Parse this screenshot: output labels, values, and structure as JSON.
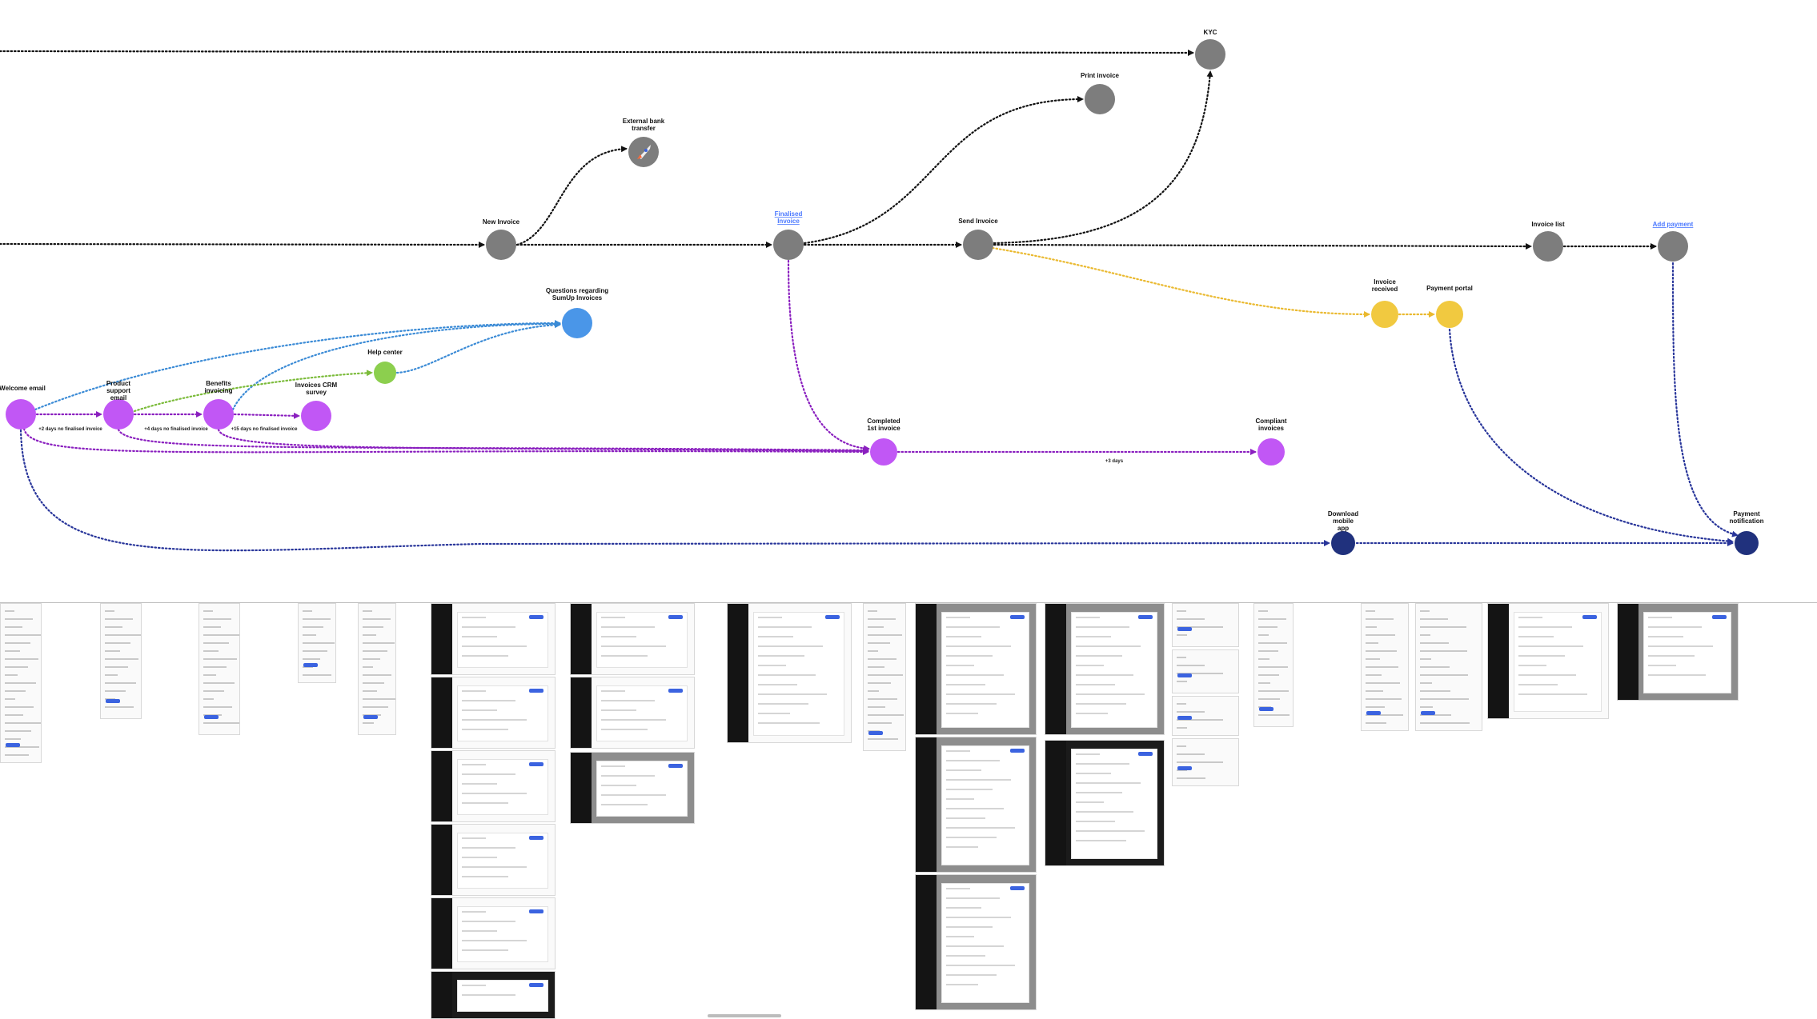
{
  "colors": {
    "gray": "#7d7d7d",
    "purple": "#c157f5",
    "blue": "#4a96e8",
    "green": "#8ccf4e",
    "yellow": "#f1c940",
    "navy": "#20317d",
    "edge_black": "#111111",
    "edge_purple": "#8a1fbf",
    "edge_blue": "#3b8bd6",
    "edge_green": "#7bbb3a",
    "edge_yellow": "#eab92f",
    "edge_navy": "#28359a",
    "link": "#4a78ff"
  },
  "nodes": [
    {
      "id": "kyc",
      "label": "KYC",
      "color": "gray"
    },
    {
      "id": "print_invoice",
      "label": "Print invoice",
      "color": "gray"
    },
    {
      "id": "external_bank_transfer",
      "label": "External bank transfer",
      "color": "gray",
      "icon": "rocket-icon"
    },
    {
      "id": "new_invoice",
      "label": "New Invoice",
      "color": "gray"
    },
    {
      "id": "finalised_invoice",
      "label": "Finalised Invoice",
      "color": "gray",
      "link": true
    },
    {
      "id": "send_invoice",
      "label": "Send Invoice",
      "color": "gray"
    },
    {
      "id": "invoice_list",
      "label": "Invoice list",
      "color": "gray"
    },
    {
      "id": "add_payment",
      "label": "Add payment",
      "color": "gray",
      "link": true
    },
    {
      "id": "questions_sumup",
      "label": "Questions regarding SumUp Invoices",
      "color": "blue"
    },
    {
      "id": "help_center",
      "label": "Help center",
      "color": "green"
    },
    {
      "id": "welcome_email",
      "label": "Welcome email",
      "color": "purple"
    },
    {
      "id": "product_support_email",
      "label": "Product support email",
      "color": "purple"
    },
    {
      "id": "benefits_invoicing",
      "label": "Benefits invoicing",
      "color": "purple"
    },
    {
      "id": "invoices_crm_survey",
      "label": "Invoices CRM survey",
      "color": "purple"
    },
    {
      "id": "completed_first_invoice",
      "label": "Completed 1st invoice",
      "color": "purple"
    },
    {
      "id": "compliant_invoices",
      "label": "Compliant invoices",
      "color": "purple"
    },
    {
      "id": "invoice_received",
      "label": "Invoice received",
      "color": "yellow"
    },
    {
      "id": "payment_portal",
      "label": "Payment portal",
      "color": "yellow"
    },
    {
      "id": "download_mobile_app",
      "label": "Download mobile app",
      "color": "navy"
    },
    {
      "id": "payment_notification",
      "label": "Payment notification",
      "color": "navy"
    }
  ],
  "edges": [
    {
      "from": "left_offscreen_1",
      "to": "kyc",
      "color": "edge_black"
    },
    {
      "from": "left_offscreen_2",
      "to": "new_invoice",
      "color": "edge_black"
    },
    {
      "from": "new_invoice",
      "to": "external_bank_transfer",
      "color": "edge_black"
    },
    {
      "from": "new_invoice",
      "to": "finalised_invoice",
      "color": "edge_black"
    },
    {
      "from": "finalised_invoice",
      "to": "send_invoice",
      "color": "edge_black"
    },
    {
      "from": "finalised_invoice",
      "to": "print_invoice",
      "color": "edge_black"
    },
    {
      "from": "send_invoice",
      "to": "kyc",
      "color": "edge_black"
    },
    {
      "from": "send_invoice",
      "to": "invoice_list",
      "color": "edge_black"
    },
    {
      "from": "invoice_list",
      "to": "add_payment",
      "color": "edge_black"
    },
    {
      "from": "send_invoice",
      "to": "invoice_received",
      "color": "edge_yellow"
    },
    {
      "from": "invoice_received",
      "to": "payment_portal",
      "color": "edge_yellow"
    },
    {
      "from": "welcome_email",
      "to": "product_support_email",
      "color": "edge_purple"
    },
    {
      "from": "product_support_email",
      "to": "benefits_invoicing",
      "color": "edge_purple"
    },
    {
      "from": "benefits_invoicing",
      "to": "invoices_crm_survey",
      "color": "edge_purple"
    },
    {
      "from": "welcome_email",
      "to": "completed_first_invoice",
      "color": "edge_purple"
    },
    {
      "from": "product_support_email",
      "to": "completed_first_invoice",
      "color": "edge_purple"
    },
    {
      "from": "benefits_invoicing",
      "to": "completed_first_invoice",
      "color": "edge_purple"
    },
    {
      "from": "finalised_invoice",
      "to": "completed_first_invoice",
      "color": "edge_purple"
    },
    {
      "from": "completed_first_invoice",
      "to": "compliant_invoices",
      "color": "edge_purple"
    },
    {
      "from": "welcome_email",
      "to": "questions_sumup",
      "color": "edge_blue"
    },
    {
      "from": "benefits_invoicing",
      "to": "questions_sumup",
      "color": "edge_blue"
    },
    {
      "from": "help_center",
      "to": "questions_sumup",
      "color": "edge_blue"
    },
    {
      "from": "product_support_email",
      "to": "help_center",
      "color": "edge_green"
    },
    {
      "from": "welcome_email",
      "to": "download_mobile_app",
      "color": "edge_navy"
    },
    {
      "from": "download_mobile_app",
      "to": "payment_notification",
      "color": "edge_navy"
    },
    {
      "from": "payment_portal",
      "to": "payment_notification",
      "color": "edge_navy"
    },
    {
      "from": "add_payment",
      "to": "payment_notification",
      "color": "edge_navy"
    }
  ],
  "edge_labels": {
    "welcome_to_support": "+2 days no finalised invoice",
    "support_to_benefits": "+4 days no finalised invoice",
    "benefits_to_survey": "+15 days no finalised invoice",
    "completed_to_compliant": "+3 days"
  }
}
